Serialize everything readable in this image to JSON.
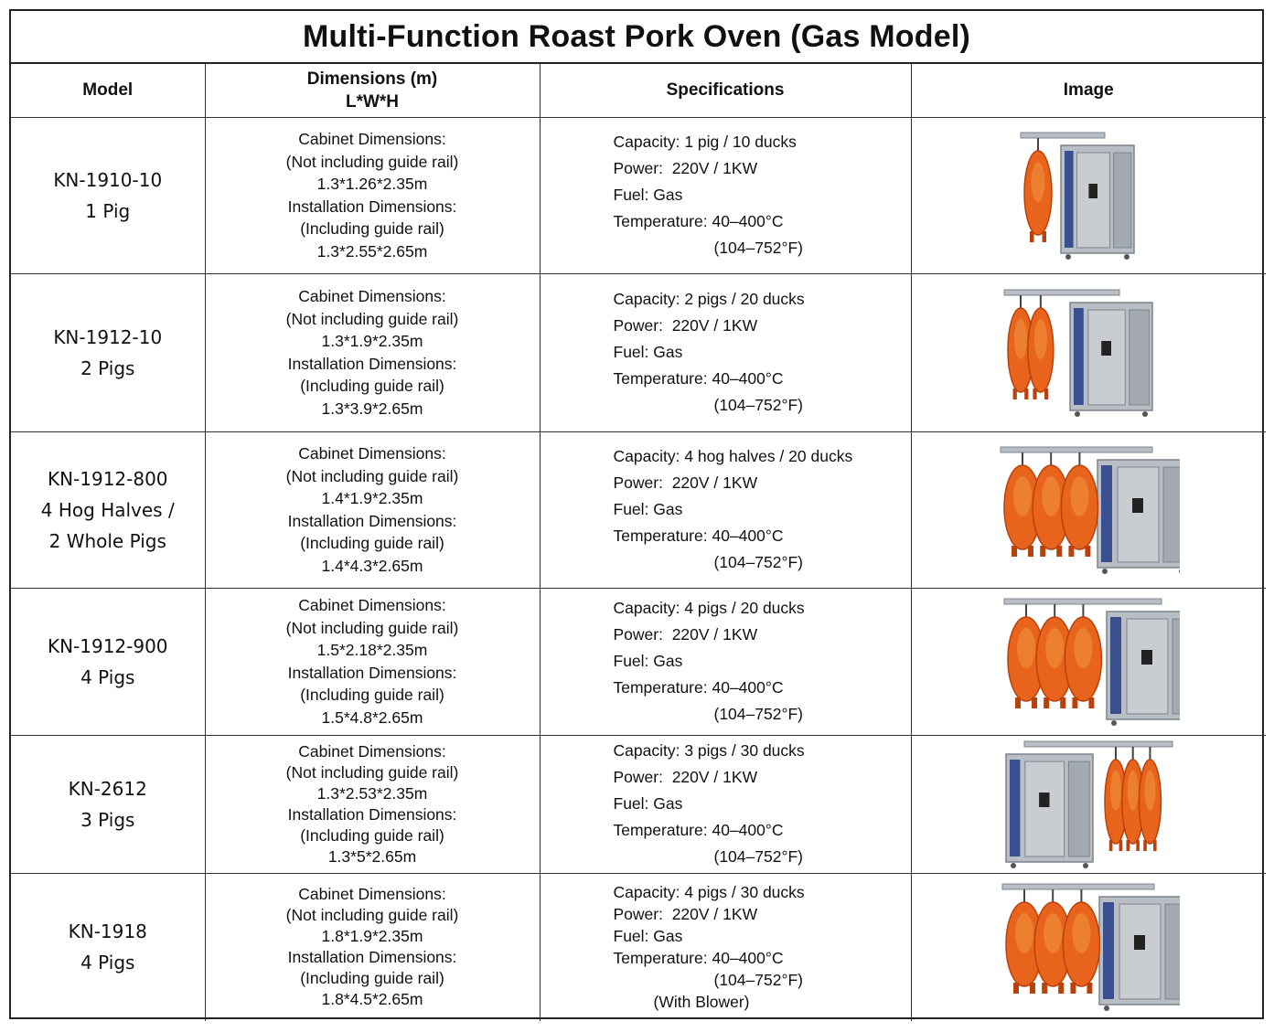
{
  "title": "Multi-Function Roast Pork Oven (Gas Model)",
  "headers": {
    "model": "Model",
    "dimensions_line1": "Dimensions (m)",
    "dimensions_line2": "L*W*H",
    "specifications": "Specifications",
    "image": "Image"
  },
  "labels": {
    "cabinet": "Cabinet Dimensions:",
    "not_including": "(Not including guide rail)",
    "installation": "Installation Dimensions:",
    "including": "(Including guide rail)",
    "capacity": "Capacity:",
    "power": "Power:",
    "fuel": "Fuel: Gas",
    "temperature": "Temperature:"
  },
  "rows": [
    {
      "model": "KN-1910-10",
      "pigs": "1 Pig",
      "pigs2": "",
      "cabinet_dims": "1.3*1.26*2.35m",
      "install_dims": "1.3*2.55*2.65m",
      "capacity": "1 pig / 10 ducks",
      "power": "220V / 1KW",
      "temp_c": "40–400°C",
      "temp_f": "(104–752°F)",
      "note": ""
    },
    {
      "model": "KN-1912-10",
      "pigs": "2 Pigs",
      "pigs2": "",
      "cabinet_dims": "1.3*1.9*2.35m",
      "install_dims": "1.3*3.9*2.65m",
      "capacity": "2 pigs / 20 ducks",
      "power": "220V / 1KW",
      "temp_c": "40–400°C",
      "temp_f": "(104–752°F)",
      "note": ""
    },
    {
      "model": "KN-1912-800",
      "pigs": "4 Hog Halves /",
      "pigs2": "2 Whole Pigs",
      "cabinet_dims": "1.4*1.9*2.35m",
      "install_dims": "1.4*4.3*2.65m",
      "capacity": "4 hog halves / 20 ducks",
      "power": "220V / 1KW",
      "temp_c": "40–400°C",
      "temp_f": "(104–752°F)",
      "note": ""
    },
    {
      "model": "KN-1912-900",
      "pigs": "4 Pigs",
      "pigs2": "",
      "cabinet_dims": "1.5*2.18*2.35m",
      "install_dims": "1.5*4.8*2.65m",
      "capacity": "4 pigs / 20 ducks",
      "power": "220V / 1KW",
      "temp_c": "40–400°C",
      "temp_f": "(104–752°F)",
      "note": ""
    },
    {
      "model": "KN-2612",
      "pigs": "3 Pigs",
      "pigs2": "",
      "cabinet_dims": "1.3*2.53*2.35m",
      "install_dims": "1.3*5*2.65m",
      "capacity": "3 pigs / 30 ducks",
      "power": "220V / 1KW",
      "temp_c": "40–400°C",
      "temp_f": "(104–752°F)",
      "note": ""
    },
    {
      "model": "KN-1918",
      "pigs": "4 Pigs",
      "pigs2": "",
      "cabinet_dims": "1.8*1.9*2.35m",
      "install_dims": "1.8*4.5*2.65m",
      "capacity": "4 pigs / 30 ducks",
      "power": "220V / 1KW",
      "temp_c": "40–400°C",
      "temp_f": "(104–752°F)",
      "note": "(With Blower)"
    }
  ],
  "colors": {
    "pig": "#e8641c",
    "pig_dark": "#b8410c",
    "steel": "#b9bec4",
    "steel_dark": "#7d848c",
    "panel_blue": "#3a4f8f"
  }
}
